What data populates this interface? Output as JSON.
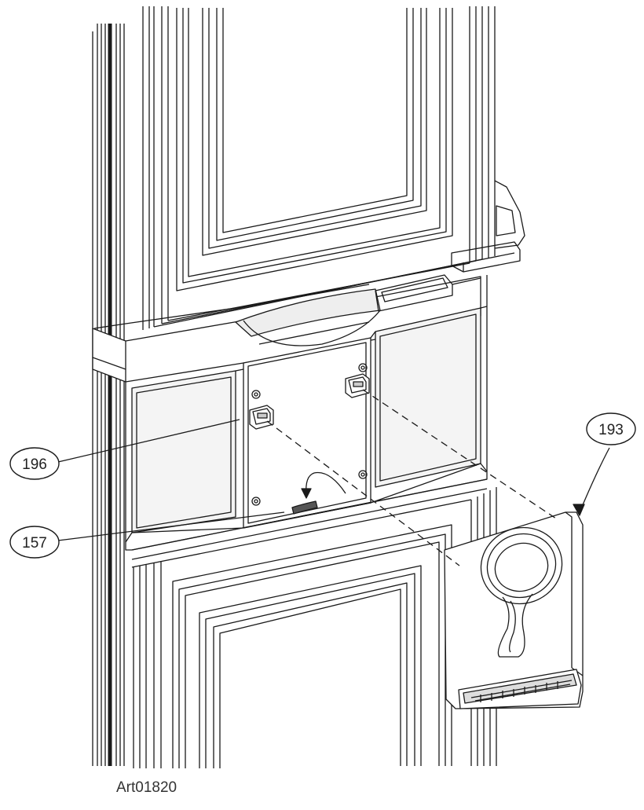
{
  "diagram": {
    "art_code": "Art01820",
    "callouts": [
      {
        "id": "196",
        "label": "196"
      },
      {
        "id": "157",
        "label": "157"
      },
      {
        "id": "193",
        "label": "193"
      }
    ]
  },
  "colors": {
    "line": "#1a1a1a",
    "panel_fill": "#f4f4f4",
    "background": "#ffffff"
  }
}
